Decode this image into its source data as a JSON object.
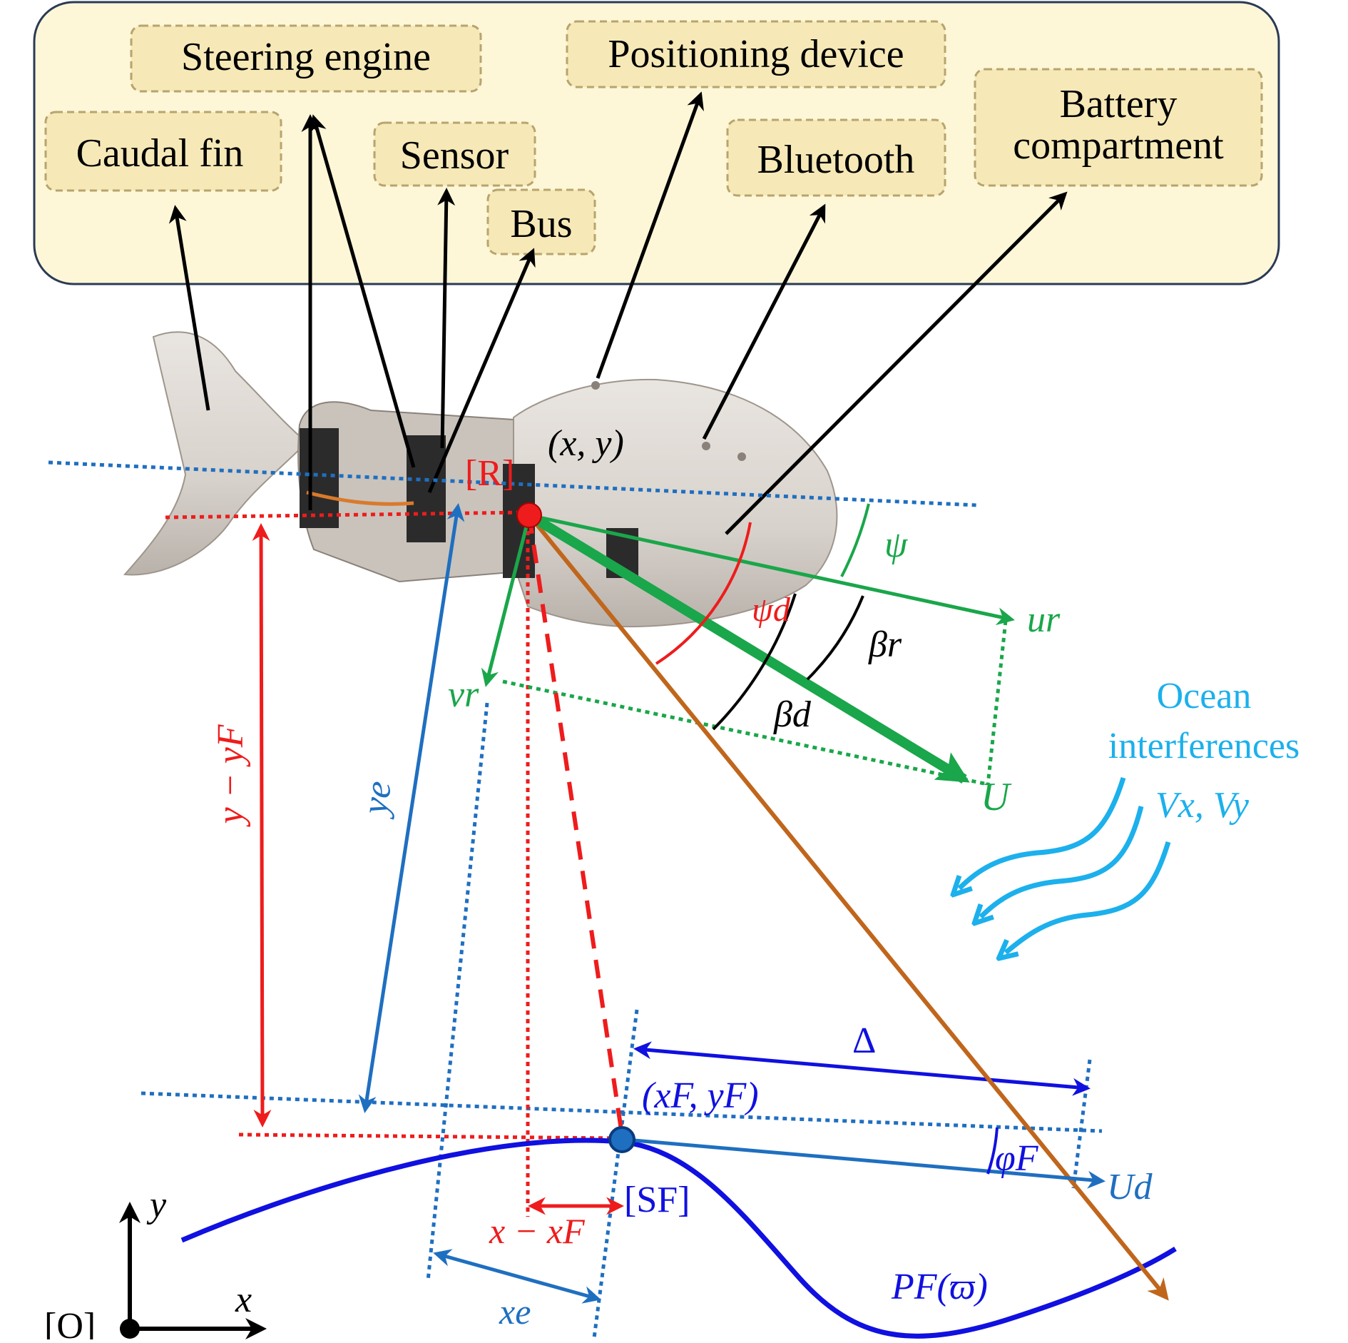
{
  "components": {
    "steering_engine": "Steering engine",
    "positioning_device": "Positioning device",
    "caudal_fin": "Caudal fin",
    "sensor": "Sensor",
    "bus": "Bus",
    "bluetooth": "Bluetooth",
    "battery_line1": "Battery",
    "battery_line2": "compartment"
  },
  "frames": {
    "robot_frame": "[R]",
    "robot_position": "(x, y)",
    "serret_frenet_frame": "[SF]",
    "path_point": "(xF, yF)",
    "inertial_frame": "[O]",
    "x_axis": "x",
    "y_axis": "y"
  },
  "symbols": {
    "psi": "ψ",
    "psi_d": "ψd",
    "u_r": "ur",
    "v_r": "vr",
    "beta_r": "βr",
    "beta_d": "βd",
    "U": "U",
    "U_d": "Ud",
    "phi_F": "φF",
    "delta": "Δ",
    "x_e": "xe",
    "y_e": "ye",
    "y_minus_yF": "y − yF",
    "x_minus_xF": "x − xF",
    "path": "PF(ϖ)"
  },
  "disturbance": {
    "line1": "Ocean",
    "line2": "interferences",
    "vars": "Vx, Vy"
  },
  "colors": {
    "panel_fill": "#fdf7d8",
    "label_fill": "#f6e9b7",
    "label_border": "#b8a46e",
    "red": "#ee1c1c",
    "green": "#1aa64a",
    "blue_dot": "#1f6fc0",
    "blue_path": "#1010e0",
    "orange": "#c0661c",
    "cyan": "#1cb0ec",
    "black": "#000000"
  }
}
